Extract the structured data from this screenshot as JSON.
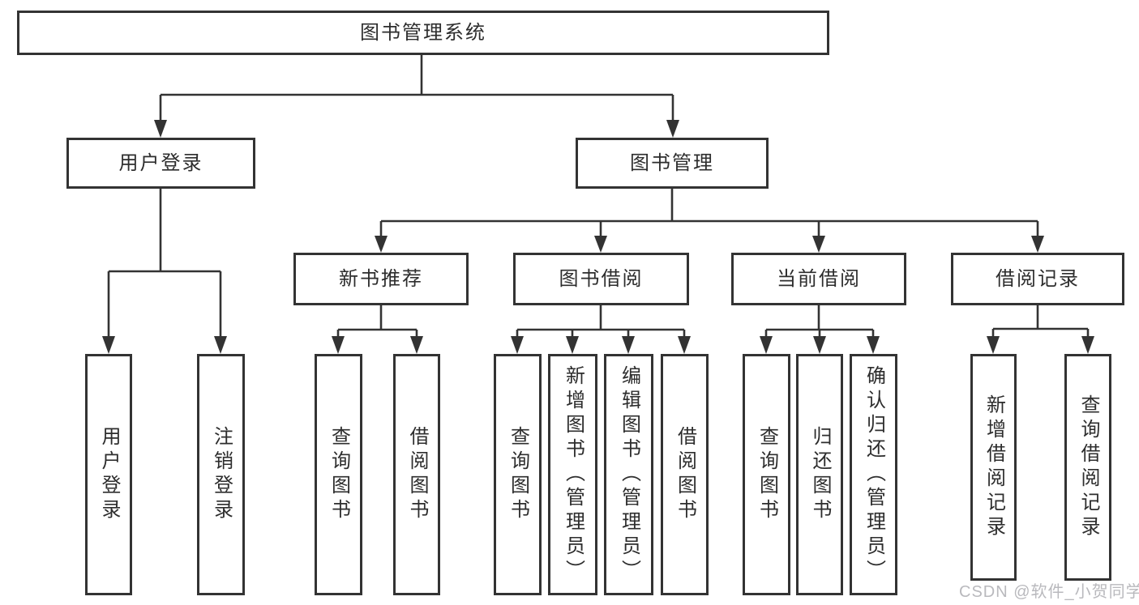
{
  "diagram": {
    "title_node": "图书管理系统",
    "nodes": {
      "root": {
        "label": "图书管理系统"
      },
      "user_login": {
        "label": "用户登录"
      },
      "book_mgmt": {
        "label": "图书管理"
      },
      "new_book_rec": {
        "label": "新书推荐"
      },
      "book_borrow": {
        "label": "图书借阅"
      },
      "current_borrow": {
        "label": "当前借阅"
      },
      "borrow_record": {
        "label": "借阅记录"
      },
      "leaf_user_login": {
        "label": "用户登录"
      },
      "leaf_logout": {
        "label": "注销登录"
      },
      "leaf_query_book_rec": {
        "label": "查询图书"
      },
      "leaf_borrow_book_rec": {
        "label": "借阅图书"
      },
      "leaf_query_book_borrow": {
        "label": "查询图书"
      },
      "leaf_add_book_admin": {
        "label": "新增图书（管理员）"
      },
      "leaf_edit_book_admin": {
        "label": "编辑图书（管理员）"
      },
      "leaf_borrow_book_borrow": {
        "label": "借阅图书"
      },
      "leaf_query_book_current": {
        "label": "查询图书"
      },
      "leaf_return_book": {
        "label": "归还图书"
      },
      "leaf_confirm_return_admin": {
        "label": "确认归还（管理员）"
      },
      "leaf_add_borrow_record": {
        "label": "新增借阅记录"
      },
      "leaf_query_borrow_record": {
        "label": "查询借阅记录"
      }
    },
    "edges": [
      [
        "root",
        "user_login"
      ],
      [
        "root",
        "book_mgmt"
      ],
      [
        "book_mgmt",
        "new_book_rec"
      ],
      [
        "book_mgmt",
        "book_borrow"
      ],
      [
        "book_mgmt",
        "current_borrow"
      ],
      [
        "book_mgmt",
        "borrow_record"
      ],
      [
        "user_login",
        "leaf_user_login"
      ],
      [
        "user_login",
        "leaf_logout"
      ],
      [
        "new_book_rec",
        "leaf_query_book_rec"
      ],
      [
        "new_book_rec",
        "leaf_borrow_book_rec"
      ],
      [
        "book_borrow",
        "leaf_query_book_borrow"
      ],
      [
        "book_borrow",
        "leaf_add_book_admin"
      ],
      [
        "book_borrow",
        "leaf_edit_book_admin"
      ],
      [
        "book_borrow",
        "leaf_borrow_book_borrow"
      ],
      [
        "current_borrow",
        "leaf_query_book_current"
      ],
      [
        "current_borrow",
        "leaf_return_book"
      ],
      [
        "current_borrow",
        "leaf_confirm_return_admin"
      ],
      [
        "borrow_record",
        "leaf_add_borrow_record"
      ],
      [
        "borrow_record",
        "leaf_query_borrow_record"
      ]
    ],
    "colors": {
      "line": "#333333",
      "text": "#2d2d2d",
      "background": "#ffffff",
      "watermark": "#b9b9bd"
    }
  },
  "watermark": {
    "text": "CSDN @软件_小贺同学"
  }
}
